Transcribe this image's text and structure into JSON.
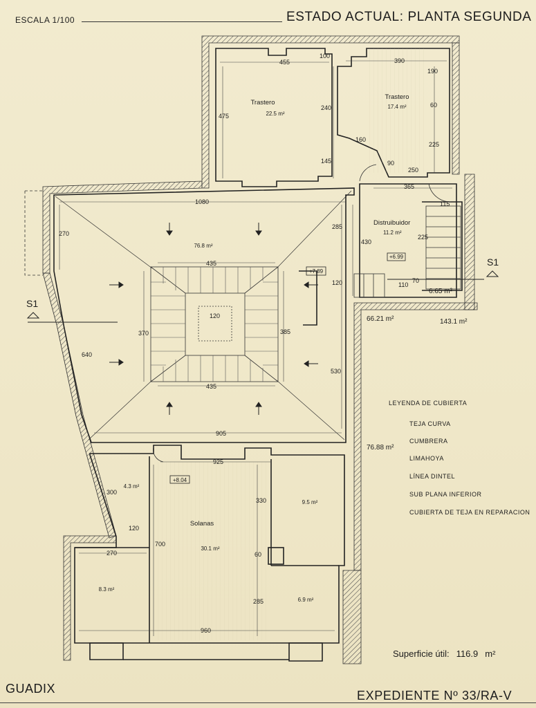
{
  "header": {
    "scale": "ESCALA 1/100",
    "title": "ESTADO ACTUAL: PLANTA SEGUNDA"
  },
  "footer": {
    "city": "GUADIX",
    "expediente": "EXPEDIENTE  Nº 33/RA-V"
  },
  "surface": {
    "label": "Superficie útil:",
    "value": "116.9",
    "unit": "m²"
  },
  "section_marks": {
    "left": "S1",
    "right": "S1"
  },
  "rooms": {
    "trastero_1": {
      "name": "Trastero",
      "area": "22.5 m²"
    },
    "trastero_2": {
      "name": "Trastero",
      "area": "17.4 m²"
    },
    "distribuidor": {
      "name": "Distruibuidor",
      "area": "11.2 m²"
    },
    "patio": {
      "area": "76.8 m²"
    },
    "solanas": {
      "name": "Solanas",
      "area": "30.1 m²"
    },
    "small_left": {
      "area": "4.3 m²"
    },
    "small_right": {
      "area": "9.5 m²"
    },
    "bottom_left": {
      "area": "8.3 m²"
    },
    "bottom_right": {
      "area": "6.9 m²"
    },
    "stair_landing": {
      "area": "6.65 m²"
    }
  },
  "totals": {
    "a": "66.21 m²",
    "b": "143.1 m²",
    "c": "76.88 m²"
  },
  "levels": {
    "patio": "+7.89",
    "distribuidor": "+6.99",
    "solanas": "+8.04"
  },
  "dimensions": {
    "d455": "455",
    "d100": "100",
    "d390": "390",
    "d190": "190",
    "d475": "475",
    "d240": "240",
    "d60a": "60",
    "d225a": "225",
    "d160": "160",
    "d90": "90",
    "d250": "250",
    "d145": "145",
    "d365": "365",
    "d115": "115",
    "d1080": "1080",
    "d270a": "270",
    "d285a": "285",
    "d430": "430",
    "d225b": "225",
    "d70": "70",
    "d110": "110",
    "d435a": "435",
    "d120a": "120",
    "d120b": "120",
    "d370": "370",
    "d385": "385",
    "d640": "640",
    "d530": "530",
    "d435b": "435",
    "d905": "905",
    "d925": "925",
    "d300": "300",
    "d330": "330",
    "d700": "700",
    "d120c": "120",
    "d270b": "270",
    "d60b": "60",
    "d285b": "285",
    "d960": "960"
  },
  "legend": [
    "LEYENDA DE CUBIERTA",
    "TEJA CURVA",
    "CUMBRERA",
    "LIMAHOYA",
    "LÍNEA DINTEL",
    "SUB PLANA INFERIOR",
    "CUBIERTA DE TEJA EN REPARACION"
  ]
}
